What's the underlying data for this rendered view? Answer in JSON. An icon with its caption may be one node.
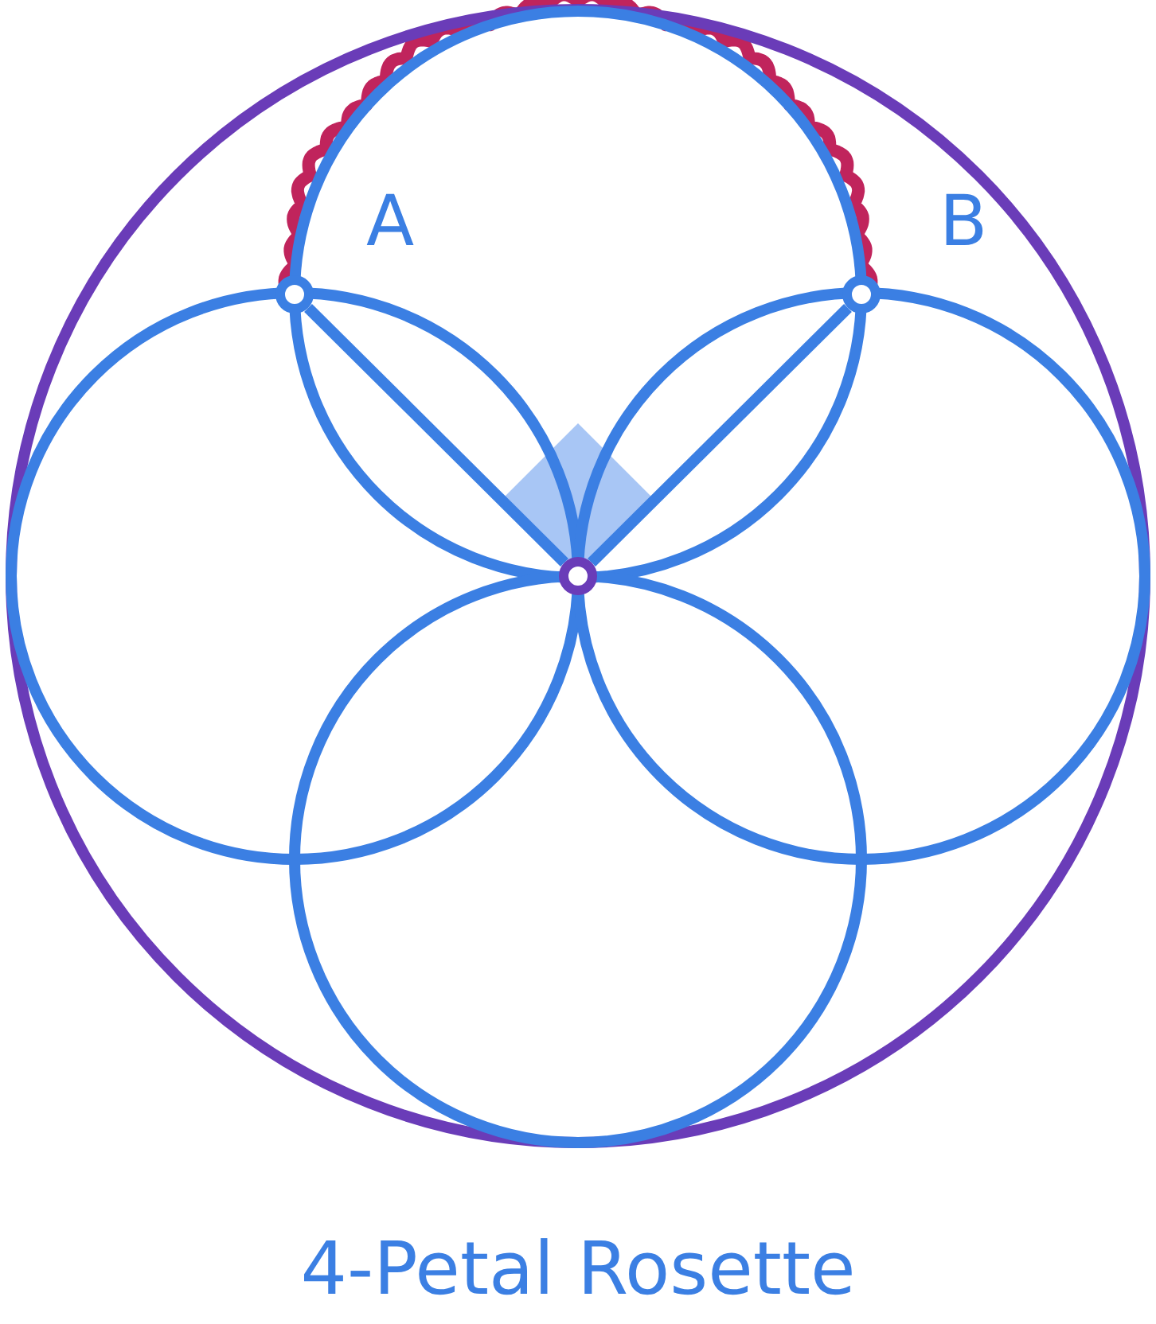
{
  "diagram": {
    "caption": "4-Petal Rosette",
    "nodes": [
      {
        "text": [],
        "shape": "circle",
        "beside": [
          "A"
        ]
      },
      {
        "text": [],
        "shape": "circle",
        "beside": [
          "B"
        ]
      },
      {
        "text": [],
        "shape": "circle"
      }
    ],
    "edges": [
      {
        "from": 0,
        "to": 2,
        "arrow": "none"
      },
      {
        "from": 1,
        "to": 2,
        "arrow": "none"
      }
    ]
  }
}
